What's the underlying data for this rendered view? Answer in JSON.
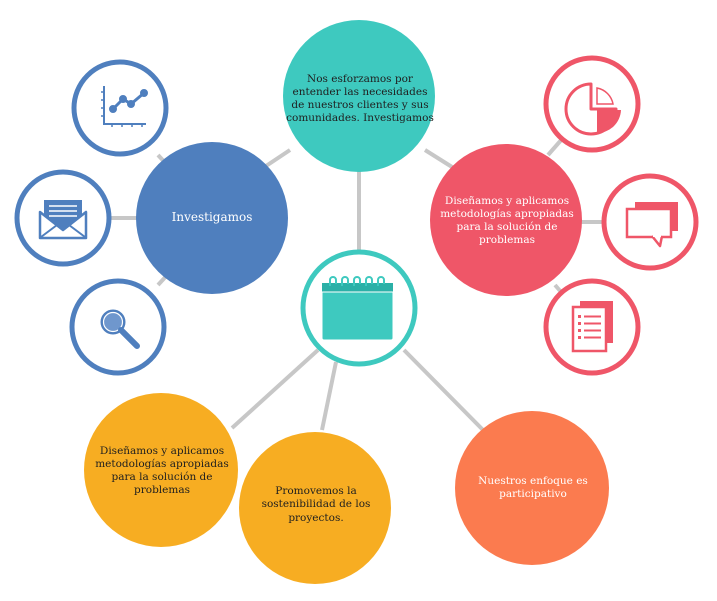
{
  "colors": {
    "line": "#c7c7c7",
    "blue": "#4f7fbe",
    "teal": "#3ec9bf",
    "red": "#ef5668",
    "orange": "#fb7b4f",
    "yellow": "#f7ad22",
    "dark_text": "#1f1f1f"
  },
  "nodes": {
    "top": {
      "text": "Nos esforzamos por entender las necesidades de nuestros clientes y sus comunidades. Investigamos"
    },
    "investigamos": {
      "text": "Investigamos"
    },
    "red_main": {
      "text": "Diseñamos y aplicamos metodologías apropiadas para la solución de problemas"
    },
    "center": {
      "icon": "calendar-icon"
    },
    "yellow_left": {
      "text": "Diseñamos y aplicamos metodologías apropiadas para la solución de problemas"
    },
    "yellow_mid": {
      "text": "Promovemos la sostenibilidad de los proyectos."
    },
    "orange_right": {
      "text": "Nuestros enfoque es participativo"
    }
  },
  "icons": {
    "left": [
      "line-chart-icon",
      "envelope-icon",
      "magnifier-icon"
    ],
    "right": [
      "pie-chart-icon",
      "speech-bubbles-icon",
      "document-list-icon"
    ]
  }
}
